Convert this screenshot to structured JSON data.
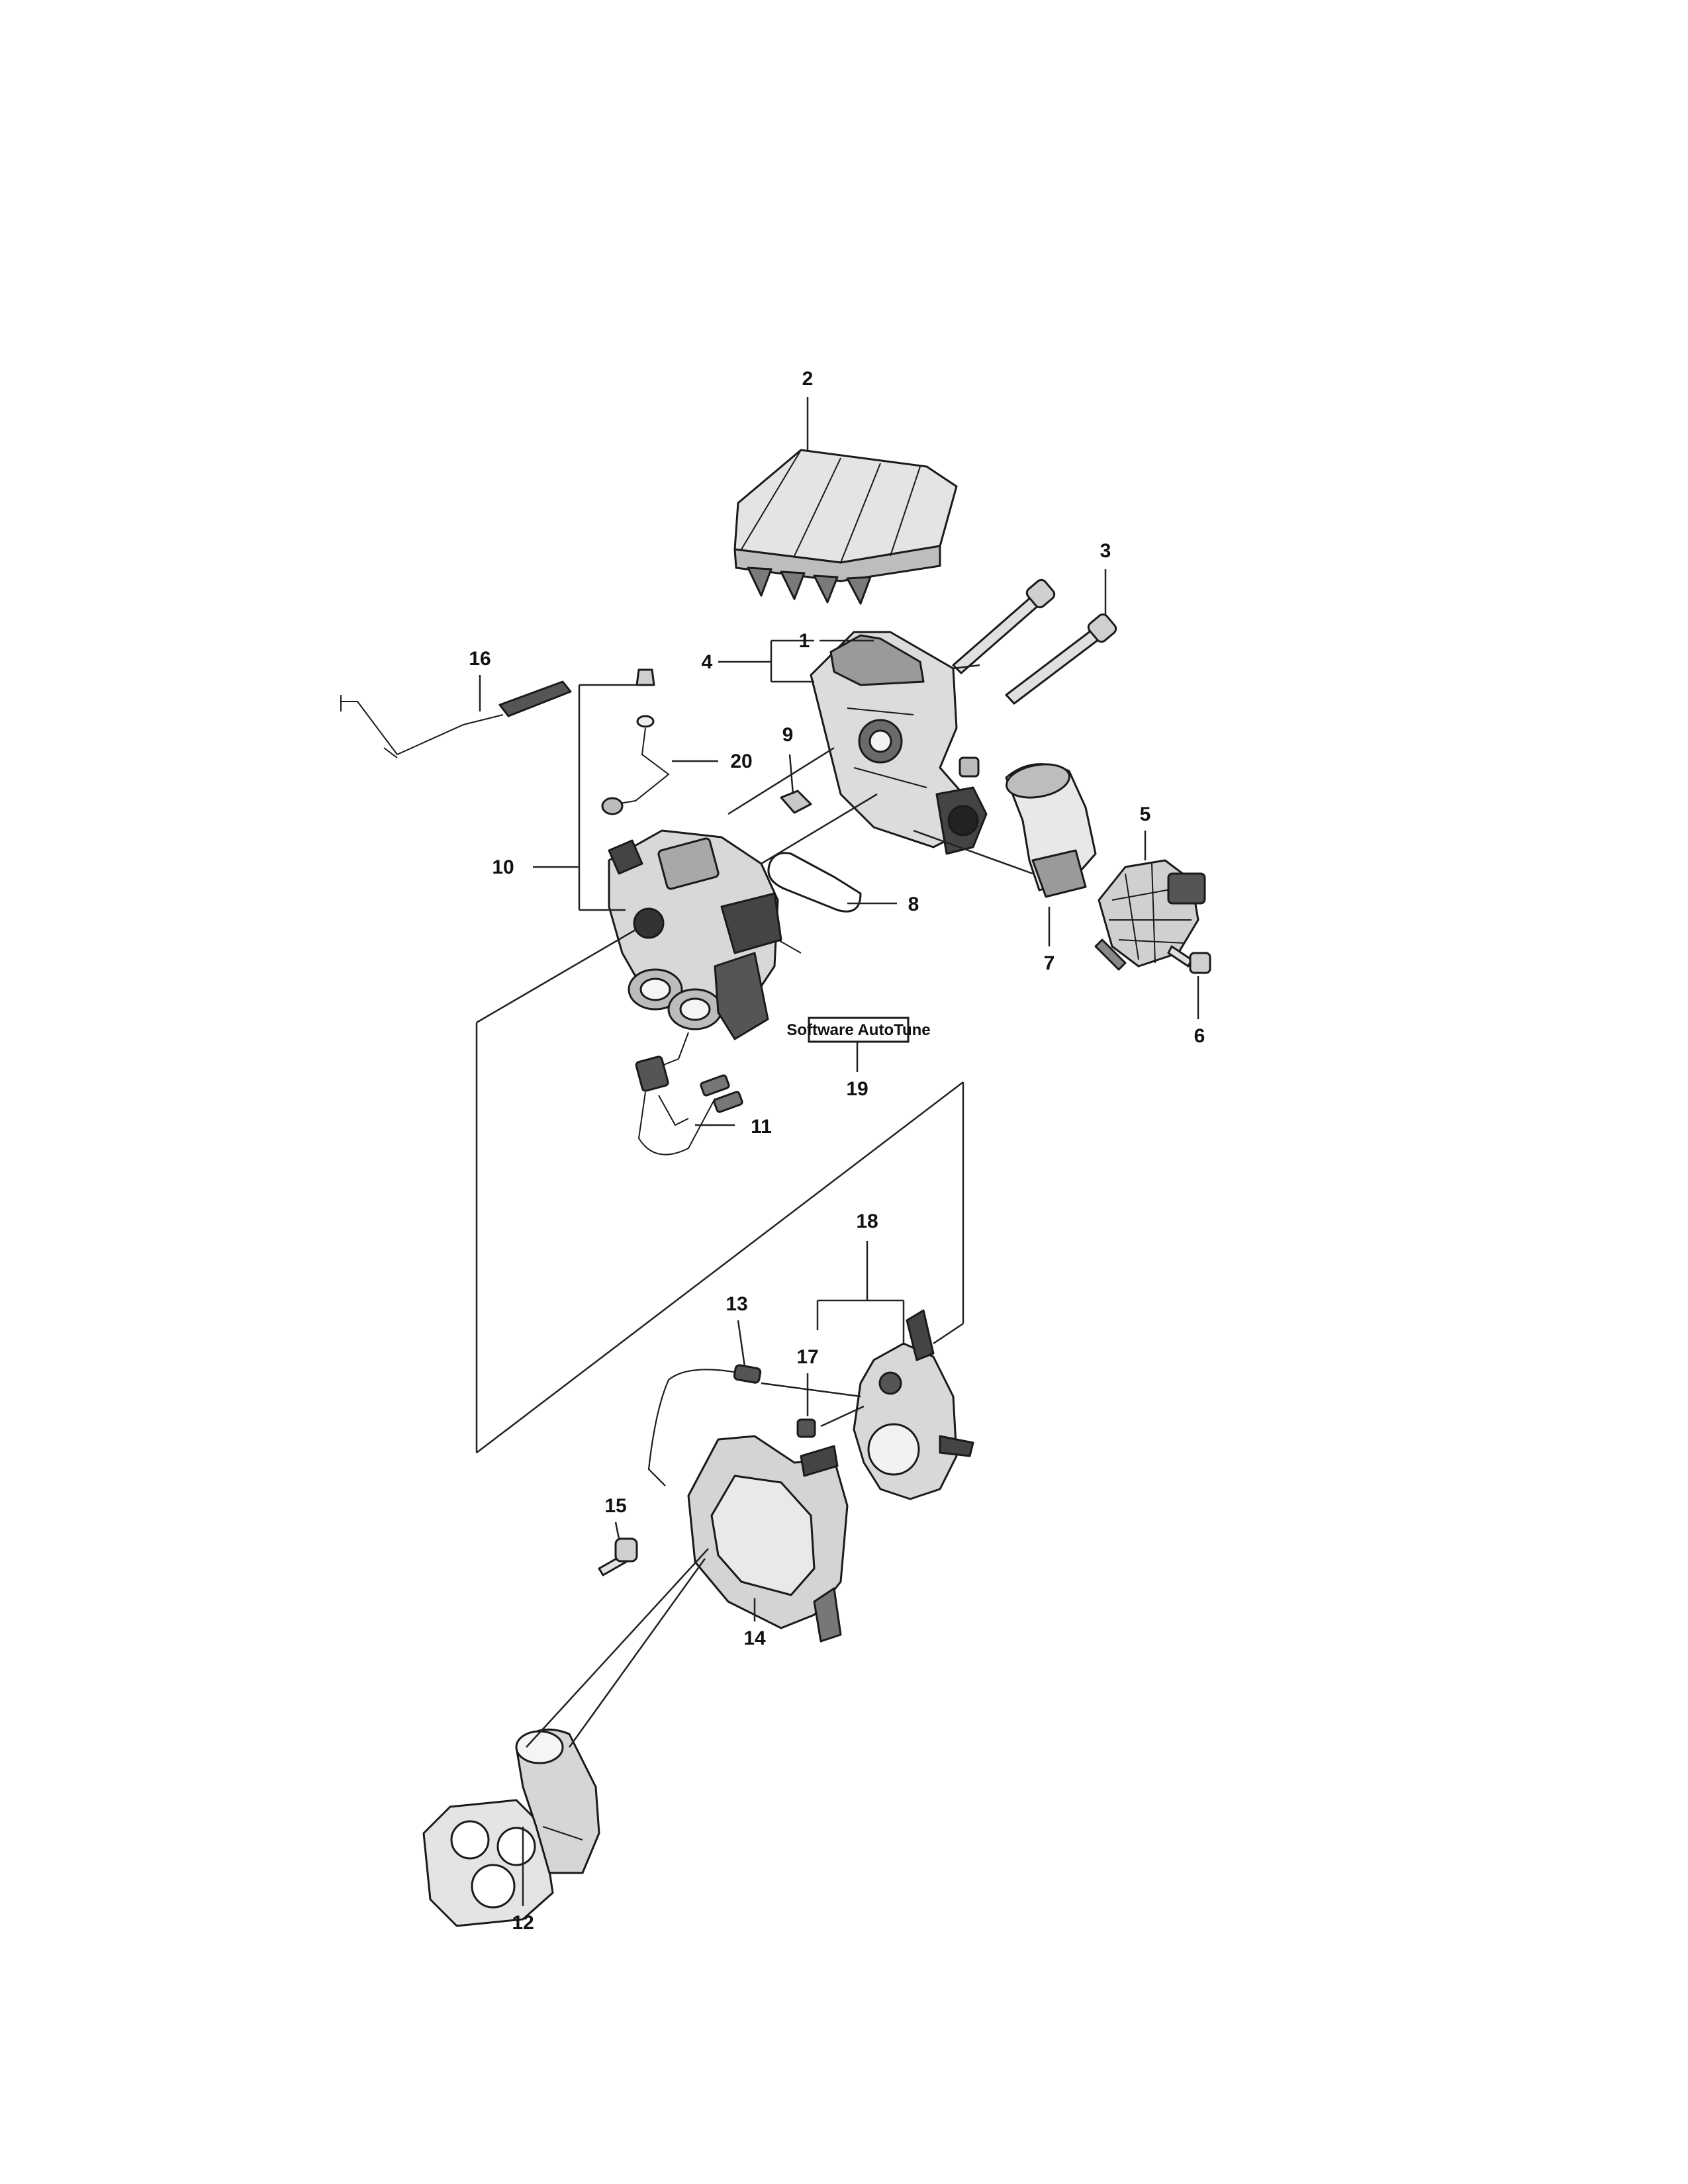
{
  "callouts": {
    "c1": "1",
    "c2": "2",
    "c3": "3",
    "c4": "4",
    "c5": "5",
    "c6": "6",
    "c7": "7",
    "c8": "8",
    "c9": "9",
    "c10": "10",
    "c11": "11",
    "c12": "12",
    "c13": "13",
    "c14": "14",
    "c15": "15",
    "c16": "16",
    "c17": "17",
    "c18": "18",
    "c19": "19",
    "c20": "20"
  },
  "software_box": {
    "label": "Software AutoTune"
  },
  "colors": {
    "ink": "#1a1a1a",
    "part_fill": "#d8d8d8",
    "dark_fill": "#555555",
    "paper": "#ffffff"
  }
}
